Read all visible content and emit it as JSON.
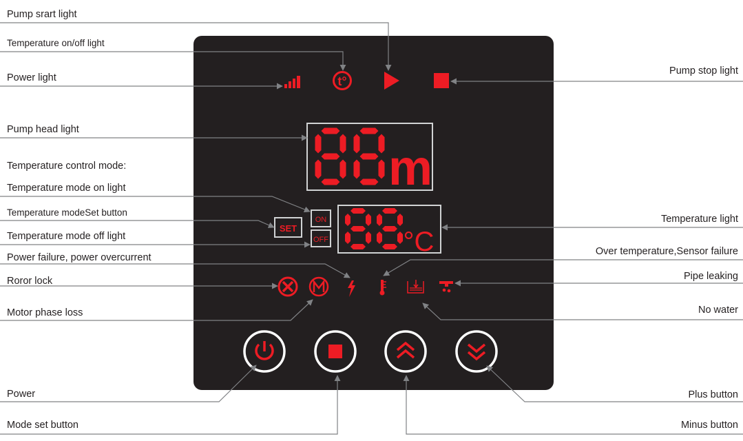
{
  "labels_left": {
    "pump_start": "Pump srart light",
    "temp_onoff": "Temperature on/off light",
    "power_light": "Power light",
    "pump_head": "Pump head light",
    "temp_control_mode": "Temperature control mode:",
    "temp_mode_on": "Temperature mode on light",
    "temp_mode_set": "Temperature modeSet button",
    "temp_mode_off": "Temperature mode off light",
    "power_failure": "Power failure, power overcurrent",
    "rotor_lock": "Roror lock",
    "motor_phase": "Motor phase loss",
    "power": "Power",
    "mode_set": "Mode set button"
  },
  "labels_right": {
    "pump_stop": "Pump stop light",
    "temp_light": "Temperature light",
    "over_temp": "Over temperature,Sensor failure",
    "pipe_leak": "Pipe leaking",
    "no_water": "No water",
    "plus": "Plus button",
    "minus": "Minus button"
  },
  "panel": {
    "head_digits": "88",
    "head_unit": "m",
    "temp_digits": "88",
    "temp_unit": "°C",
    "on_label": "ON",
    "off_label": "OFF",
    "set_label": "SET",
    "t_icon_text": "t°"
  },
  "colors": {
    "panel": "#231f20",
    "accent": "#ed1c24",
    "leader": "#808285"
  }
}
